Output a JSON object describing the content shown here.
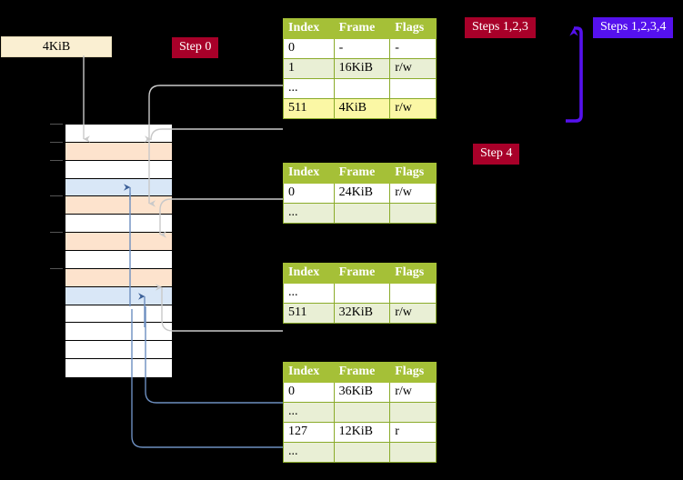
{
  "diagram": {
    "title_badges": {
      "step0": "Step 0",
      "steps123": "Steps 1,2,3",
      "steps1234": "Steps 1,2,3,4",
      "step4": "Step 4"
    },
    "colors": {
      "badge_red": "#a80029",
      "badge_blue": "#5511ee",
      "table_header": "#a5c037",
      "table_row_tint": "#e9efd5",
      "highlight": "#fbf7a5",
      "memory_orange": "#fde3cd",
      "memory_blue": "#d9e7f7",
      "memory_white": "#ffffff",
      "box_cream": "#faefd2",
      "arrow_gray": "#c9c9c9",
      "arrow_blue": "#5b7fb0",
      "background": "#000000"
    },
    "page_box": {
      "label": "4KiB"
    },
    "memory_grid": {
      "rows": [
        {
          "index": 0,
          "fill": "white",
          "tick": true
        },
        {
          "index": 1,
          "fill": "orange",
          "tick": true
        },
        {
          "index": 2,
          "fill": "white",
          "tick": true
        },
        {
          "index": 3,
          "fill": "blue",
          "tick": false
        },
        {
          "index": 4,
          "fill": "orange",
          "tick": true
        },
        {
          "index": 5,
          "fill": "white",
          "tick": false
        },
        {
          "index": 6,
          "fill": "orange",
          "tick": true
        },
        {
          "index": 7,
          "fill": "white",
          "tick": false
        },
        {
          "index": 8,
          "fill": "orange",
          "tick": true
        },
        {
          "index": 9,
          "fill": "blue",
          "tick": false
        },
        {
          "index": 10,
          "fill": "white",
          "tick": false
        },
        {
          "index": 11,
          "fill": "white",
          "tick": false
        },
        {
          "index": 12,
          "fill": "white",
          "tick": false
        },
        {
          "index": 13,
          "fill": "white",
          "tick": false
        }
      ]
    },
    "tables": [
      {
        "name": "pml4-table",
        "headers": [
          "Index",
          "Frame",
          "Flags"
        ],
        "rows": [
          {
            "cells": [
              "0",
              "-",
              "-"
            ],
            "tint": false,
            "highlight": false
          },
          {
            "cells": [
              "1",
              "16KiB",
              "r/w"
            ],
            "tint": true,
            "highlight": false
          },
          {
            "cells": [
              "...",
              "",
              ""
            ],
            "tint": false,
            "highlight": false
          },
          {
            "cells": [
              "511",
              "4KiB",
              "r/w"
            ],
            "tint": true,
            "highlight": true
          }
        ]
      },
      {
        "name": "pdp-table",
        "headers": [
          "Index",
          "Frame",
          "Flags"
        ],
        "rows": [
          {
            "cells": [
              "0",
              "24KiB",
              "r/w"
            ],
            "tint": false,
            "highlight": false
          },
          {
            "cells": [
              "...",
              "",
              ""
            ],
            "tint": true,
            "highlight": false
          }
        ]
      },
      {
        "name": "pd-table",
        "headers": [
          "Index",
          "Frame",
          "Flags"
        ],
        "rows": [
          {
            "cells": [
              "...",
              "",
              ""
            ],
            "tint": false,
            "highlight": false
          },
          {
            "cells": [
              "511",
              "32KiB",
              "r/w"
            ],
            "tint": true,
            "highlight": false
          }
        ]
      },
      {
        "name": "pt-table",
        "headers": [
          "Index",
          "Frame",
          "Flags"
        ],
        "rows": [
          {
            "cells": [
              "0",
              "36KiB",
              "r/w"
            ],
            "tint": false,
            "highlight": false
          },
          {
            "cells": [
              "...",
              "",
              ""
            ],
            "tint": true,
            "highlight": false
          },
          {
            "cells": [
              "127",
              "12KiB",
              "r"
            ],
            "tint": false,
            "highlight": false
          },
          {
            "cells": [
              "...",
              "",
              ""
            ],
            "tint": true,
            "highlight": false
          }
        ]
      }
    ]
  }
}
